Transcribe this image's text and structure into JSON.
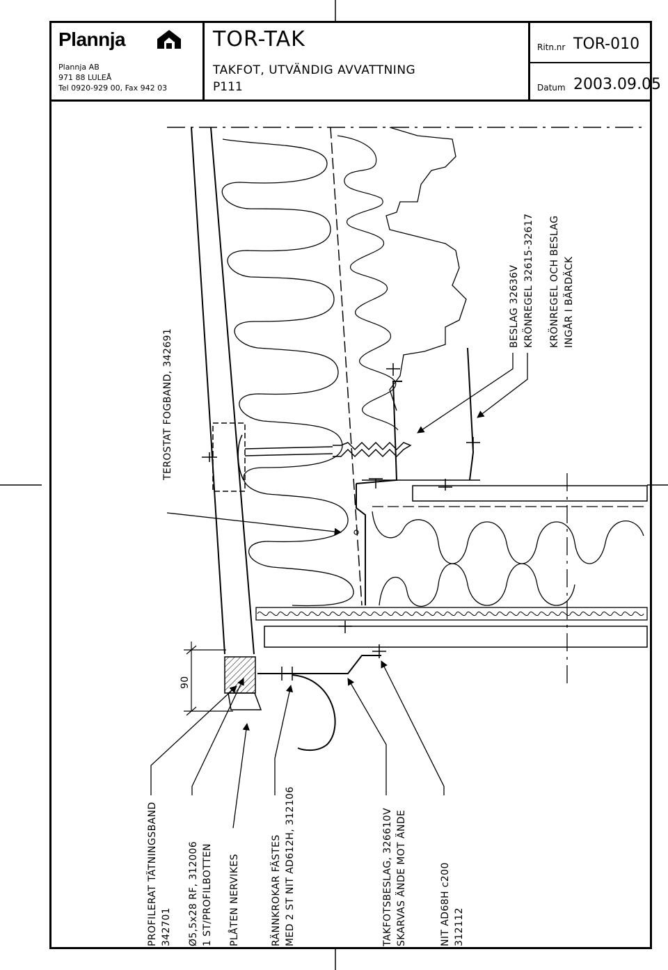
{
  "title_block": {
    "brand": "Plannja",
    "company": "Plannja AB",
    "address": "971 88 LULEÅ",
    "phone": "Tel 0920-929 00, Fax 942 03",
    "system": "TOR-TAK",
    "description": "TAKFOT, UTVÄNDIG AVVATTNING",
    "product": "P111",
    "drawing_no_label": "Ritn.nr",
    "drawing_no": "TOR-010",
    "date_label": "Datum",
    "date": "2003.09.05"
  },
  "annotations": {
    "fogband": "TEROSTAT FOGBAND, 342691",
    "beslag_1": "BESLAG 32636V",
    "beslag_2": "KRÖNREGEL 32615-32617",
    "note_1": "KRÖNREGEL OCH BESLAG",
    "note_2": "INGÅR I BÄRDÄCK",
    "dimension": "90",
    "tatning_1": "PROFILERAT TÄTNINGSBAND",
    "tatning_2": "342701",
    "screw_1": "Ø5,5x28 RF, 312006",
    "screw_2": "1 ST/PROFILBOTTEN",
    "platen": "PLÅTEN NERVIKES",
    "krok_1": "RÄNNKROKAR FÄSTES",
    "krok_2": "MED 2 ST NIT AD612H, 312106",
    "beslag_3": "TAKFOTSBESLAG, 326610V",
    "beslag_4": "SKARVAS ÄNDE MOT ÄNDE",
    "nit_1": "NIT AD68H c200",
    "nit_2": "312112"
  },
  "colors": {
    "line": "#000000",
    "background": "#ffffff"
  },
  "icons": {
    "logo": "house-logo-icon"
  }
}
